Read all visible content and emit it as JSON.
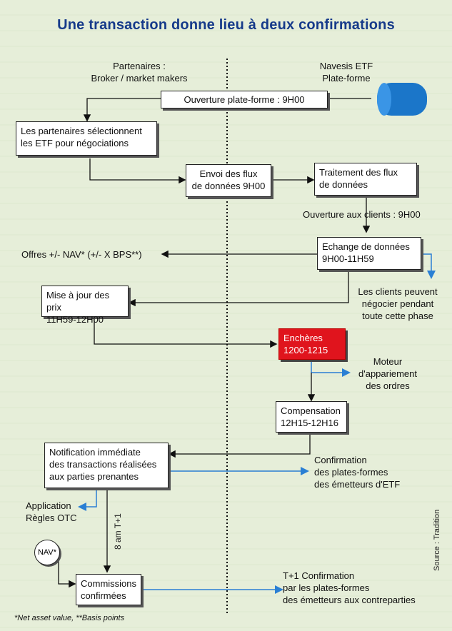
{
  "title": "Une transaction donne lieu à deux confirmations",
  "partners_header_1": "Partenaires :",
  "partners_header_2": "Broker / market makers",
  "navesis_header_1": "Navesis ETF",
  "navesis_header_2": "Plate-forme",
  "open_platform": "Ouverture plate-forme : 9H00",
  "partners_select_1": "Les partenaires sélectionnent",
  "partners_select_2": "les ETF pour négociations",
  "send_flux_1": "Envoi des flux",
  "send_flux_2": "de données 9H00",
  "treatment_1": "Traitement des flux",
  "treatment_2": "de données",
  "open_clients": "Ouverture aux clients : 9H00",
  "exchange_1": "Echange de données",
  "exchange_2": "9H00-11H59",
  "offers": "Offres +/- NAV* (+/- X BPS**)",
  "clients_1": "Les clients peuvent",
  "clients_2": "négocier pendant",
  "clients_3": "toute cette phase",
  "update_1": "Mise à jour des prix",
  "update_2": "11H59-12H00",
  "auction_1": "Enchères",
  "auction_2": "1200-1215",
  "engine_1": "Moteur",
  "engine_2": "d'appariement",
  "engine_3": "des ordres",
  "compensation_1": "Compensation",
  "compensation_2": "12H15-12H16",
  "notif_1": "Notification immédiate",
  "notif_2": "des transactions réalisées",
  "notif_3": "aux parties prenantes",
  "confirm_1": "Confirmation",
  "confirm_2": "des plates-formes",
  "confirm_3": "des émetteurs d'ETF",
  "otc_1": "Application",
  "otc_2": "Règles OTC",
  "t1_label": "8 am T+1",
  "nav_label": "NAV*",
  "commissions_1": "Commissions",
  "commissions_2": "confirmées",
  "t1_confirm_1": "T+1 Confirmation",
  "t1_confirm_2": "par les plates-formes",
  "t1_confirm_3": "des émetteurs aux contreparties",
  "source": "Source : Tradition",
  "footnote": "*Net asset value, **Basis points",
  "colors": {
    "title": "#163a8a",
    "auction": "#e0141d",
    "arrow_blue": "#2a7fd4",
    "cylinder": "#1b76c9"
  }
}
